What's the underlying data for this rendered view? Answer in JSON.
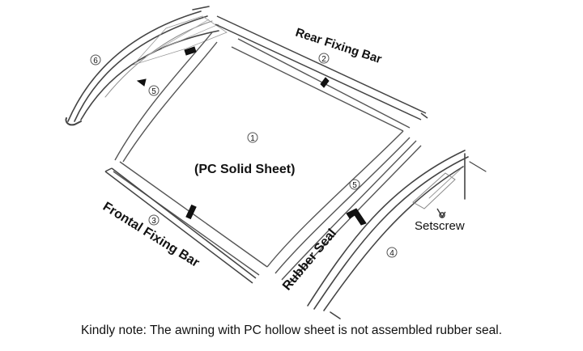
{
  "labels": {
    "rear_bar": "Rear Fixing Bar",
    "sheet": "(PC Solid Sheet)",
    "front_bar": "Frontal Fixing Bar",
    "seal": "Rubber Seal",
    "setscrew": "Setscrew"
  },
  "part_numbers": {
    "p1": "1",
    "p2": "2",
    "p3": "3",
    "p4": "4",
    "p5a": "5",
    "p5b": "5",
    "p6": "6"
  },
  "note": "Kindly note: The awning with PC hollow sheet is not assembled rubber seal."
}
